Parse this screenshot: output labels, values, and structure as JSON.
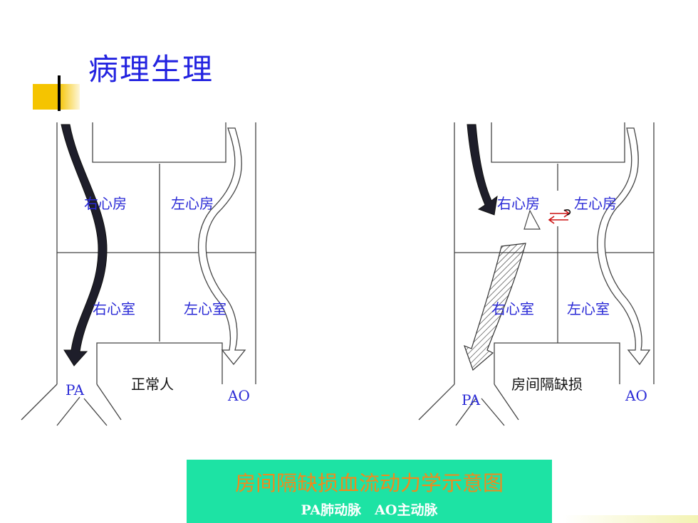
{
  "title": "病理生理",
  "normal": {
    "right_atrium": "右心房",
    "left_atrium": "左心房",
    "right_ventricle": "右心室",
    "left_ventricle": "左心室",
    "pa": "PA",
    "ao": "AO",
    "label": "正常人"
  },
  "asd": {
    "right_atrium": "右心房",
    "left_atrium": "左心房",
    "right_ventricle": "右心室",
    "left_ventricle": "左心室",
    "pa": "PA",
    "ao": "AO",
    "label": "房间隔缺损"
  },
  "caption": {
    "main": "房间隔缺损血流动力学示意图",
    "sub": "PA肺动脉　AO主动脉"
  },
  "colors": {
    "title": "#2323e0",
    "label_blue": "#2a2ad6",
    "caption_bg": "#1de3a4",
    "caption_main": "#f08a1c",
    "shunt_arrow": "#cc1111",
    "accent_yellow": "#f5c400"
  }
}
